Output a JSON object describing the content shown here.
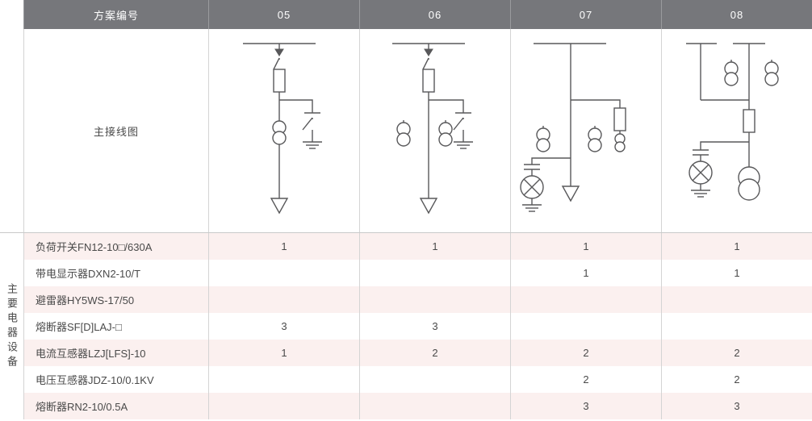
{
  "table": {
    "header": {
      "row_label": "方案编号",
      "columns": [
        "05",
        "06",
        "07",
        "08"
      ]
    },
    "diagram_row_label": "主接线图",
    "group_label": "主要电器设备",
    "rows": [
      {
        "label": "负荷开关FN12-10□/630A",
        "values": [
          "1",
          "1",
          "1",
          "1"
        ],
        "shaded": true
      },
      {
        "label": "带电显示器DXN2-10/T",
        "values": [
          "",
          "",
          "1",
          "1"
        ],
        "shaded": false
      },
      {
        "label": "避雷器HY5WS-17/50",
        "values": [
          "",
          "",
          "",
          ""
        ],
        "shaded": true
      },
      {
        "label": "熔断器SF[D]LAJ-□",
        "values": [
          "3",
          "3",
          "",
          ""
        ],
        "shaded": false
      },
      {
        "label": "电流互感器LZJ[LFS]-10",
        "values": [
          "1",
          "2",
          "2",
          "2"
        ],
        "shaded": true
      },
      {
        "label": "电压互感器JDZ-10/0.1KV",
        "values": [
          "",
          "",
          "2",
          "2"
        ],
        "shaded": false
      },
      {
        "label": "熔断器RN2-10/0.5A",
        "values": [
          "",
          "",
          "3",
          "3"
        ],
        "shaded": true
      }
    ]
  },
  "colors": {
    "header_bg": "#76777b",
    "header_text": "#ffffff",
    "row_shade": "#fbf0ef",
    "line": "#58585a",
    "text": "#4a4a4a",
    "border": "#d4d4d4"
  },
  "diagrams": {
    "col05": {
      "name": "scheme-05-single-line-diagram",
      "symbols": [
        "busbar",
        "load-switch",
        "fuse",
        "earth-switch",
        "current-transformer",
        "cable-outgoing-arrow"
      ]
    },
    "col06": {
      "name": "scheme-06-single-line-diagram",
      "symbols": [
        "busbar",
        "load-switch",
        "fuse",
        "earth-switch",
        "current-transformer",
        "current-transformer",
        "cable-outgoing-arrow"
      ]
    },
    "col07": {
      "name": "scheme-07-single-line-diagram",
      "symbols": [
        "busbar",
        "fuse",
        "current-transformer",
        "current-transformer",
        "current-transformer-small",
        "capacitor",
        "arrester",
        "ground",
        "cable-outgoing-arrow"
      ]
    },
    "col08": {
      "name": "scheme-08-single-line-diagram",
      "symbols": [
        "busbar",
        "current-transformer",
        "current-transformer",
        "fuse",
        "capacitor",
        "arrester",
        "ground",
        "voltage-transformer"
      ]
    }
  }
}
